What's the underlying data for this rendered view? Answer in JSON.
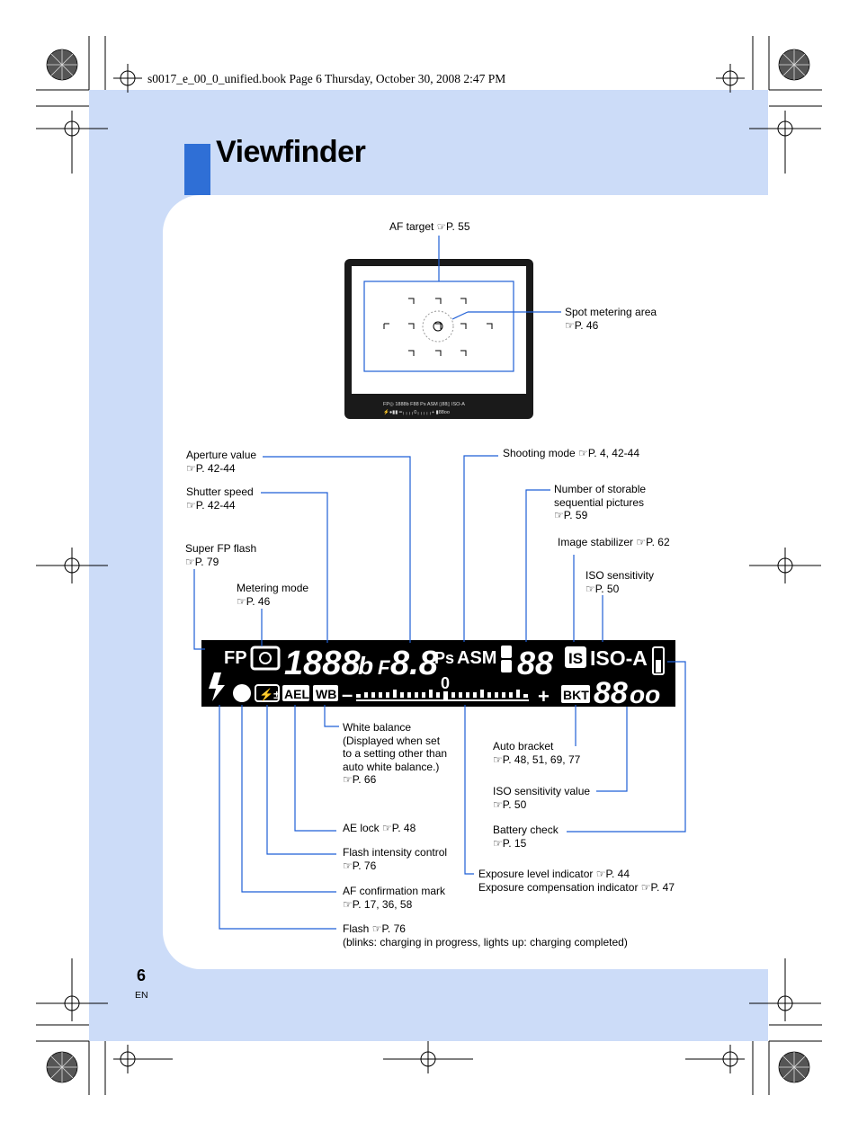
{
  "header": {
    "file_line": "s0017_e_00_0_unified.book  Page 6  Thursday, October 30, 2008  2:47 PM"
  },
  "title": "Viewfinder",
  "page": {
    "number": "6",
    "lang": "EN"
  },
  "ref_icon": "book-reference-icon",
  "colors": {
    "band": "#ccdcf8",
    "accent": "#2f6fd6",
    "leader": "#1f5fd6"
  },
  "labels": {
    "af_target": {
      "name": "AF target",
      "ref": "P. 55"
    },
    "spot_metering": {
      "name": "Spot metering area",
      "ref": "P. 46"
    },
    "aperture": {
      "name": "Aperture value",
      "ref": "P. 42-44"
    },
    "shutter": {
      "name": "Shutter speed",
      "ref": "P. 42-44"
    },
    "super_fp": {
      "name": "Super FP flash",
      "ref": "P. 79"
    },
    "metering": {
      "name": "Metering mode",
      "ref": "P. 46"
    },
    "shooting_mode": {
      "name": "Shooting mode",
      "ref": "P. 4, 42-44"
    },
    "storable": {
      "line1": "Number of storable",
      "line2": "sequential pictures",
      "ref": "P. 59"
    },
    "stabilizer": {
      "name": "Image stabilizer",
      "ref": "P. 62"
    },
    "iso": {
      "name": "ISO sensitivity",
      "ref": "P. 50"
    },
    "white_balance": {
      "name": "White balance",
      "line2": "(Displayed when set",
      "line3": "to a setting other than",
      "line4": "auto white balance.)",
      "ref": "P. 66"
    },
    "ae_lock": {
      "name": "AE lock",
      "ref": "P. 48"
    },
    "flash_intensity": {
      "name": "Flash intensity control",
      "ref": "P. 76"
    },
    "af_confirm": {
      "name": "AF confirmation mark",
      "ref": "P. 17, 36, 58"
    },
    "flash": {
      "name": "Flash",
      "ref": "P. 76",
      "note": "(blinks: charging in progress, lights up: charging completed)"
    },
    "auto_bracket": {
      "name": "Auto bracket",
      "ref": "P. 48, 51, 69, 77"
    },
    "iso_value": {
      "name": "ISO sensitivity value",
      "ref": "P. 50"
    },
    "battery": {
      "name": "Battery check",
      "ref": "P. 15"
    },
    "exposure_level": {
      "name": "Exposure level indicator",
      "ref": "P. 44"
    },
    "exposure_comp": {
      "name": "Exposure compensation indicator",
      "ref": "P. 47"
    }
  },
  "lcd": {
    "fp": "FP",
    "shutter": "1888",
    "shutter_suffix": "b",
    "f": "F",
    "aperture": "8.8",
    "ps": "Ps",
    "asm": "ASM",
    "storable": "88",
    "is": "IS",
    "iso": "ISO-A",
    "ael": "AEL",
    "wb": "WB",
    "minus": "–",
    "plus": "+",
    "zero": "0",
    "bkt": "BKT",
    "iso_val": "88",
    "iso_tail": "oo"
  }
}
